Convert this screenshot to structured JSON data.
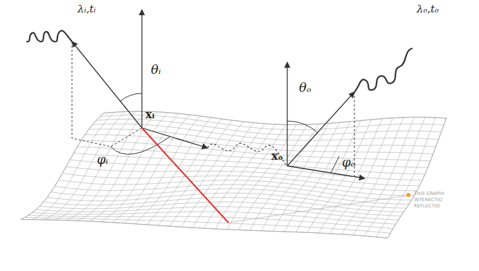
{
  "diagram": {
    "labels": [
      "λᵢ,tᵢ",
      "λₒ,tₒ",
      "θᵢ",
      "xᵢ",
      "φᵢ",
      "xₒ",
      "θₒ",
      "φₒ",
      "THIS GRAPHI",
      "INTERACTIO",
      "REFLECTIO"
    ]
  }
}
